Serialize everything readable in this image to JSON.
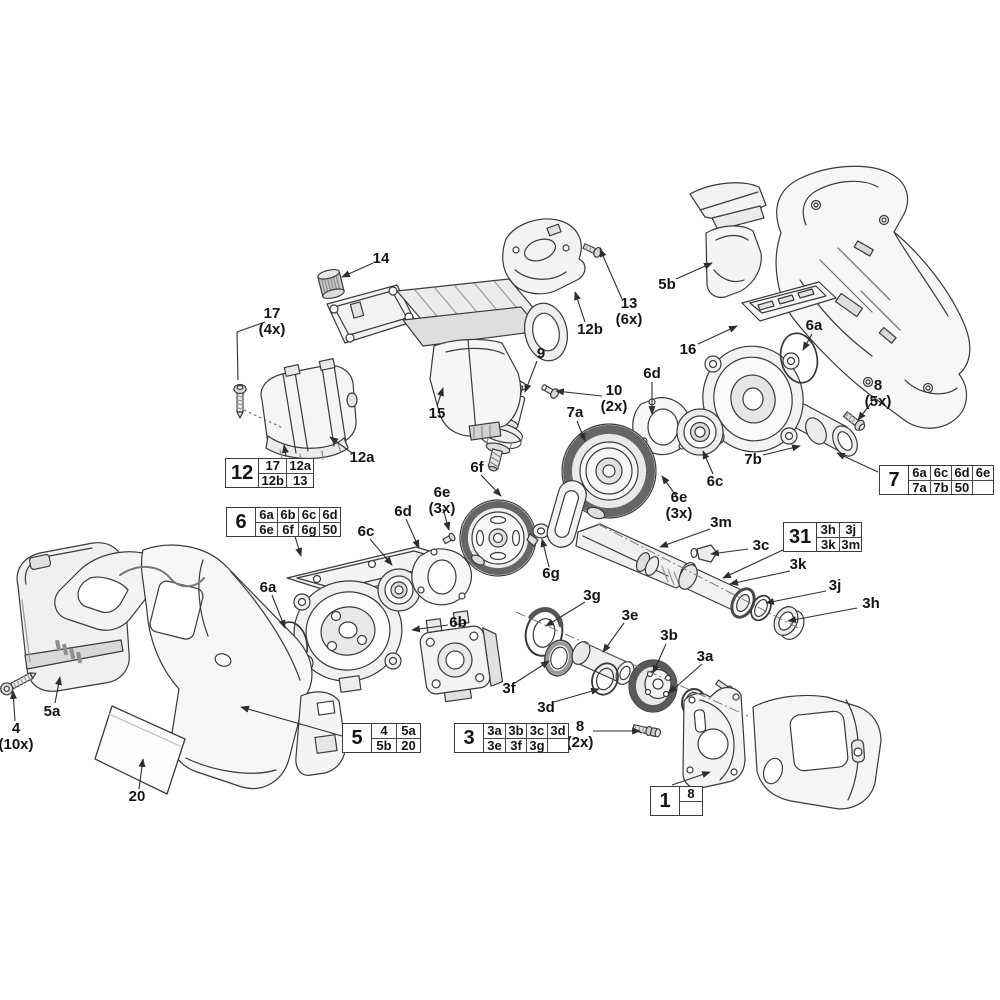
{
  "callouts": {
    "n14": {
      "label": "14"
    },
    "n17": {
      "label": "17",
      "qty": "(4x)"
    },
    "n13": {
      "label": "13",
      "qty": "(6x)"
    },
    "n12b": {
      "label": "12b"
    },
    "n5b": {
      "label": "5b"
    },
    "n16": {
      "label": "16"
    },
    "n6a_r": {
      "label": "6a"
    },
    "n8_5x": {
      "label": "8",
      "qty": "(5x)"
    },
    "n9": {
      "label": "9"
    },
    "n10": {
      "label": "10",
      "qty": "(2x)"
    },
    "n7a": {
      "label": "7a"
    },
    "n6d_r": {
      "label": "6d"
    },
    "n6c_r": {
      "label": "6c"
    },
    "n7b": {
      "label": "7b"
    },
    "n6e_r": {
      "label": "6e",
      "qty": "(3x)"
    },
    "n15": {
      "label": "15"
    },
    "n12a": {
      "label": "12a"
    },
    "n6f": {
      "label": "6f"
    },
    "n6e_l": {
      "label": "6e",
      "qty": "(3x)"
    },
    "n6d_l": {
      "label": "6d"
    },
    "n6c_l": {
      "label": "6c"
    },
    "n6a_l": {
      "label": "6a"
    },
    "n6b": {
      "label": "6b"
    },
    "n6g": {
      "label": "6g"
    },
    "n3m": {
      "label": "3m"
    },
    "n3c": {
      "label": "3c"
    },
    "n3k": {
      "label": "3k"
    },
    "n3j": {
      "label": "3j"
    },
    "n3h": {
      "label": "3h"
    },
    "n3g": {
      "label": "3g"
    },
    "n3e": {
      "label": "3e"
    },
    "n3b": {
      "label": "3b"
    },
    "n3a": {
      "label": "3a"
    },
    "n3f": {
      "label": "3f"
    },
    "n3d": {
      "label": "3d"
    },
    "n8_2x": {
      "label": "8",
      "qty": "(2x)"
    },
    "n5a": {
      "label": "5a"
    },
    "n4": {
      "label": "4",
      "qty": "(10x)"
    },
    "n20": {
      "label": "20"
    }
  },
  "tables": {
    "t12": {
      "id": "12",
      "rows": [
        [
          "17",
          "12a"
        ],
        [
          "12b",
          "13"
        ]
      ]
    },
    "t6": {
      "id": "6",
      "rows": [
        [
          "6a",
          "6b",
          "6c",
          "6d"
        ],
        [
          "6e",
          "6f",
          "6g",
          "50"
        ]
      ]
    },
    "t7": {
      "id": "7",
      "rows": [
        [
          "6a",
          "6c",
          "6d",
          "6e"
        ],
        [
          "7a",
          "7b",
          "50",
          ""
        ]
      ]
    },
    "t31": {
      "id": "31",
      "rows": [
        [
          "3h",
          "3j"
        ],
        [
          "3k",
          "3m"
        ]
      ]
    },
    "t3": {
      "id": "3",
      "rows": [
        [
          "3a",
          "3b",
          "3c",
          "3d"
        ],
        [
          "3e",
          "3f",
          "3g",
          ""
        ]
      ]
    },
    "t5": {
      "id": "5",
      "rows": [
        [
          "4",
          "5a"
        ],
        [
          "5b",
          "20"
        ]
      ]
    },
    "t1": {
      "id": "1",
      "rows": [
        [
          "8"
        ],
        [
          ""
        ]
      ]
    }
  }
}
